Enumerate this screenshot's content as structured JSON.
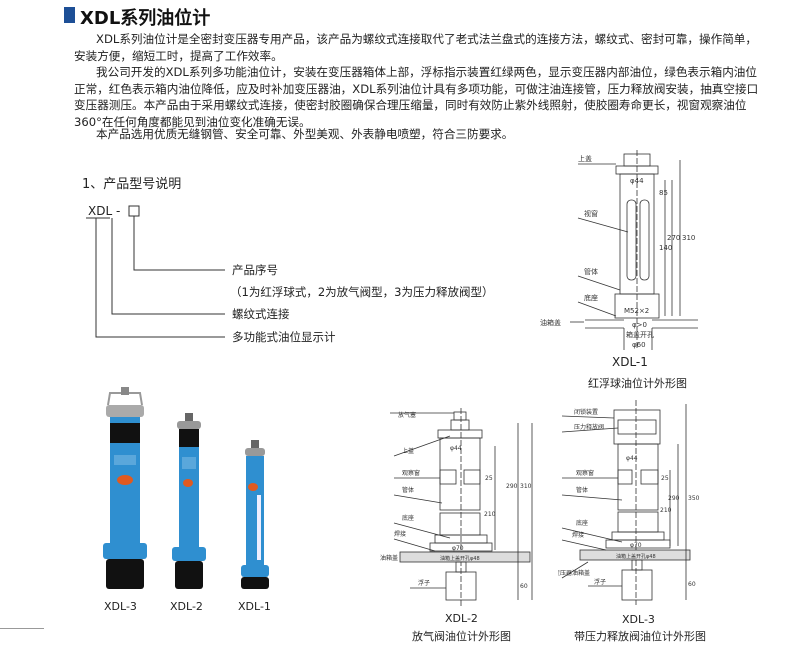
{
  "title": "XDL系列油位计",
  "paragraphs": [
    "XDL系列油位计是全密封变压器专用产品，该产品为螺纹式连接取代了老式法兰盘式的连接方法，螺纹式、密封可靠，操作简单，安装方便，缩短工时，提高了工作效率。",
    "我公司开发的XDL系列多功能油位计，安装在变压器箱体上部，浮标指示装置红绿两色，显示变压器内部油位，绿色表示箱内油位正常，红色表示箱内油位降低，应及时补加变压器油，XDL系列油位计具有多项功能，可做注油连接管，压力释放阀安装，抽真空接口变压器测压。本产品由于采用螺纹式连接，使密封胶圈确保合理压缩量，同时有效防止紫外线照射，使胶圈寿命更长，视窗观察油位360°在任何角度都能见到油位变化准确无误。",
    "本产品选用优质无缝钢管、安全可靠、外型美观、外表静电喷塑，符合三防要求。"
  ],
  "model_section": {
    "heading": "1、产品型号说明",
    "code": "XDL -",
    "items": [
      "产品序号",
      "（1为红浮球式，2为放气阀型，3为压力释放阀型）",
      "螺纹式连接",
      "多功能式油位显示计"
    ]
  },
  "photos": {
    "labels": [
      "XDL-3",
      "XDL-2",
      "XDL-1"
    ],
    "body_color": "#2f8fd0"
  },
  "xdl1": {
    "model": "XDL-1",
    "caption": "红浮球油位计外形图",
    "parts": [
      "上盖",
      "视窗",
      "管体",
      "底座",
      "油箱盖"
    ],
    "dims": [
      "φ44",
      "85",
      "140",
      "270",
      "310",
      "M52×2",
      "φ>0",
      "箱盖开孔",
      "φ60"
    ]
  },
  "xdl2": {
    "model": "XDL-2",
    "caption": "放气阀油位计外形图",
    "parts": [
      "放气塞",
      "上盖",
      "观察窗",
      "管体",
      "底座",
      "焊接",
      "油箱盖",
      "浮子"
    ],
    "dims": [
      "φ44",
      "25",
      "210",
      "290",
      "310",
      "φ70",
      "60",
      "油箱上盖开孔φ48"
    ]
  },
  "xdl3": {
    "model": "XDL-3",
    "caption": "带压力释放阀油位计外形图",
    "parts": [
      "闭锁装置",
      "压力释放阀",
      "观察窗",
      "管体",
      "底座",
      "焊接",
      "变压器油箱盖",
      "浮子"
    ],
    "dims": [
      "φ44",
      "25",
      "210",
      "290",
      "350",
      "φ70",
      "60",
      "油箱上盖开孔φ48"
    ]
  }
}
